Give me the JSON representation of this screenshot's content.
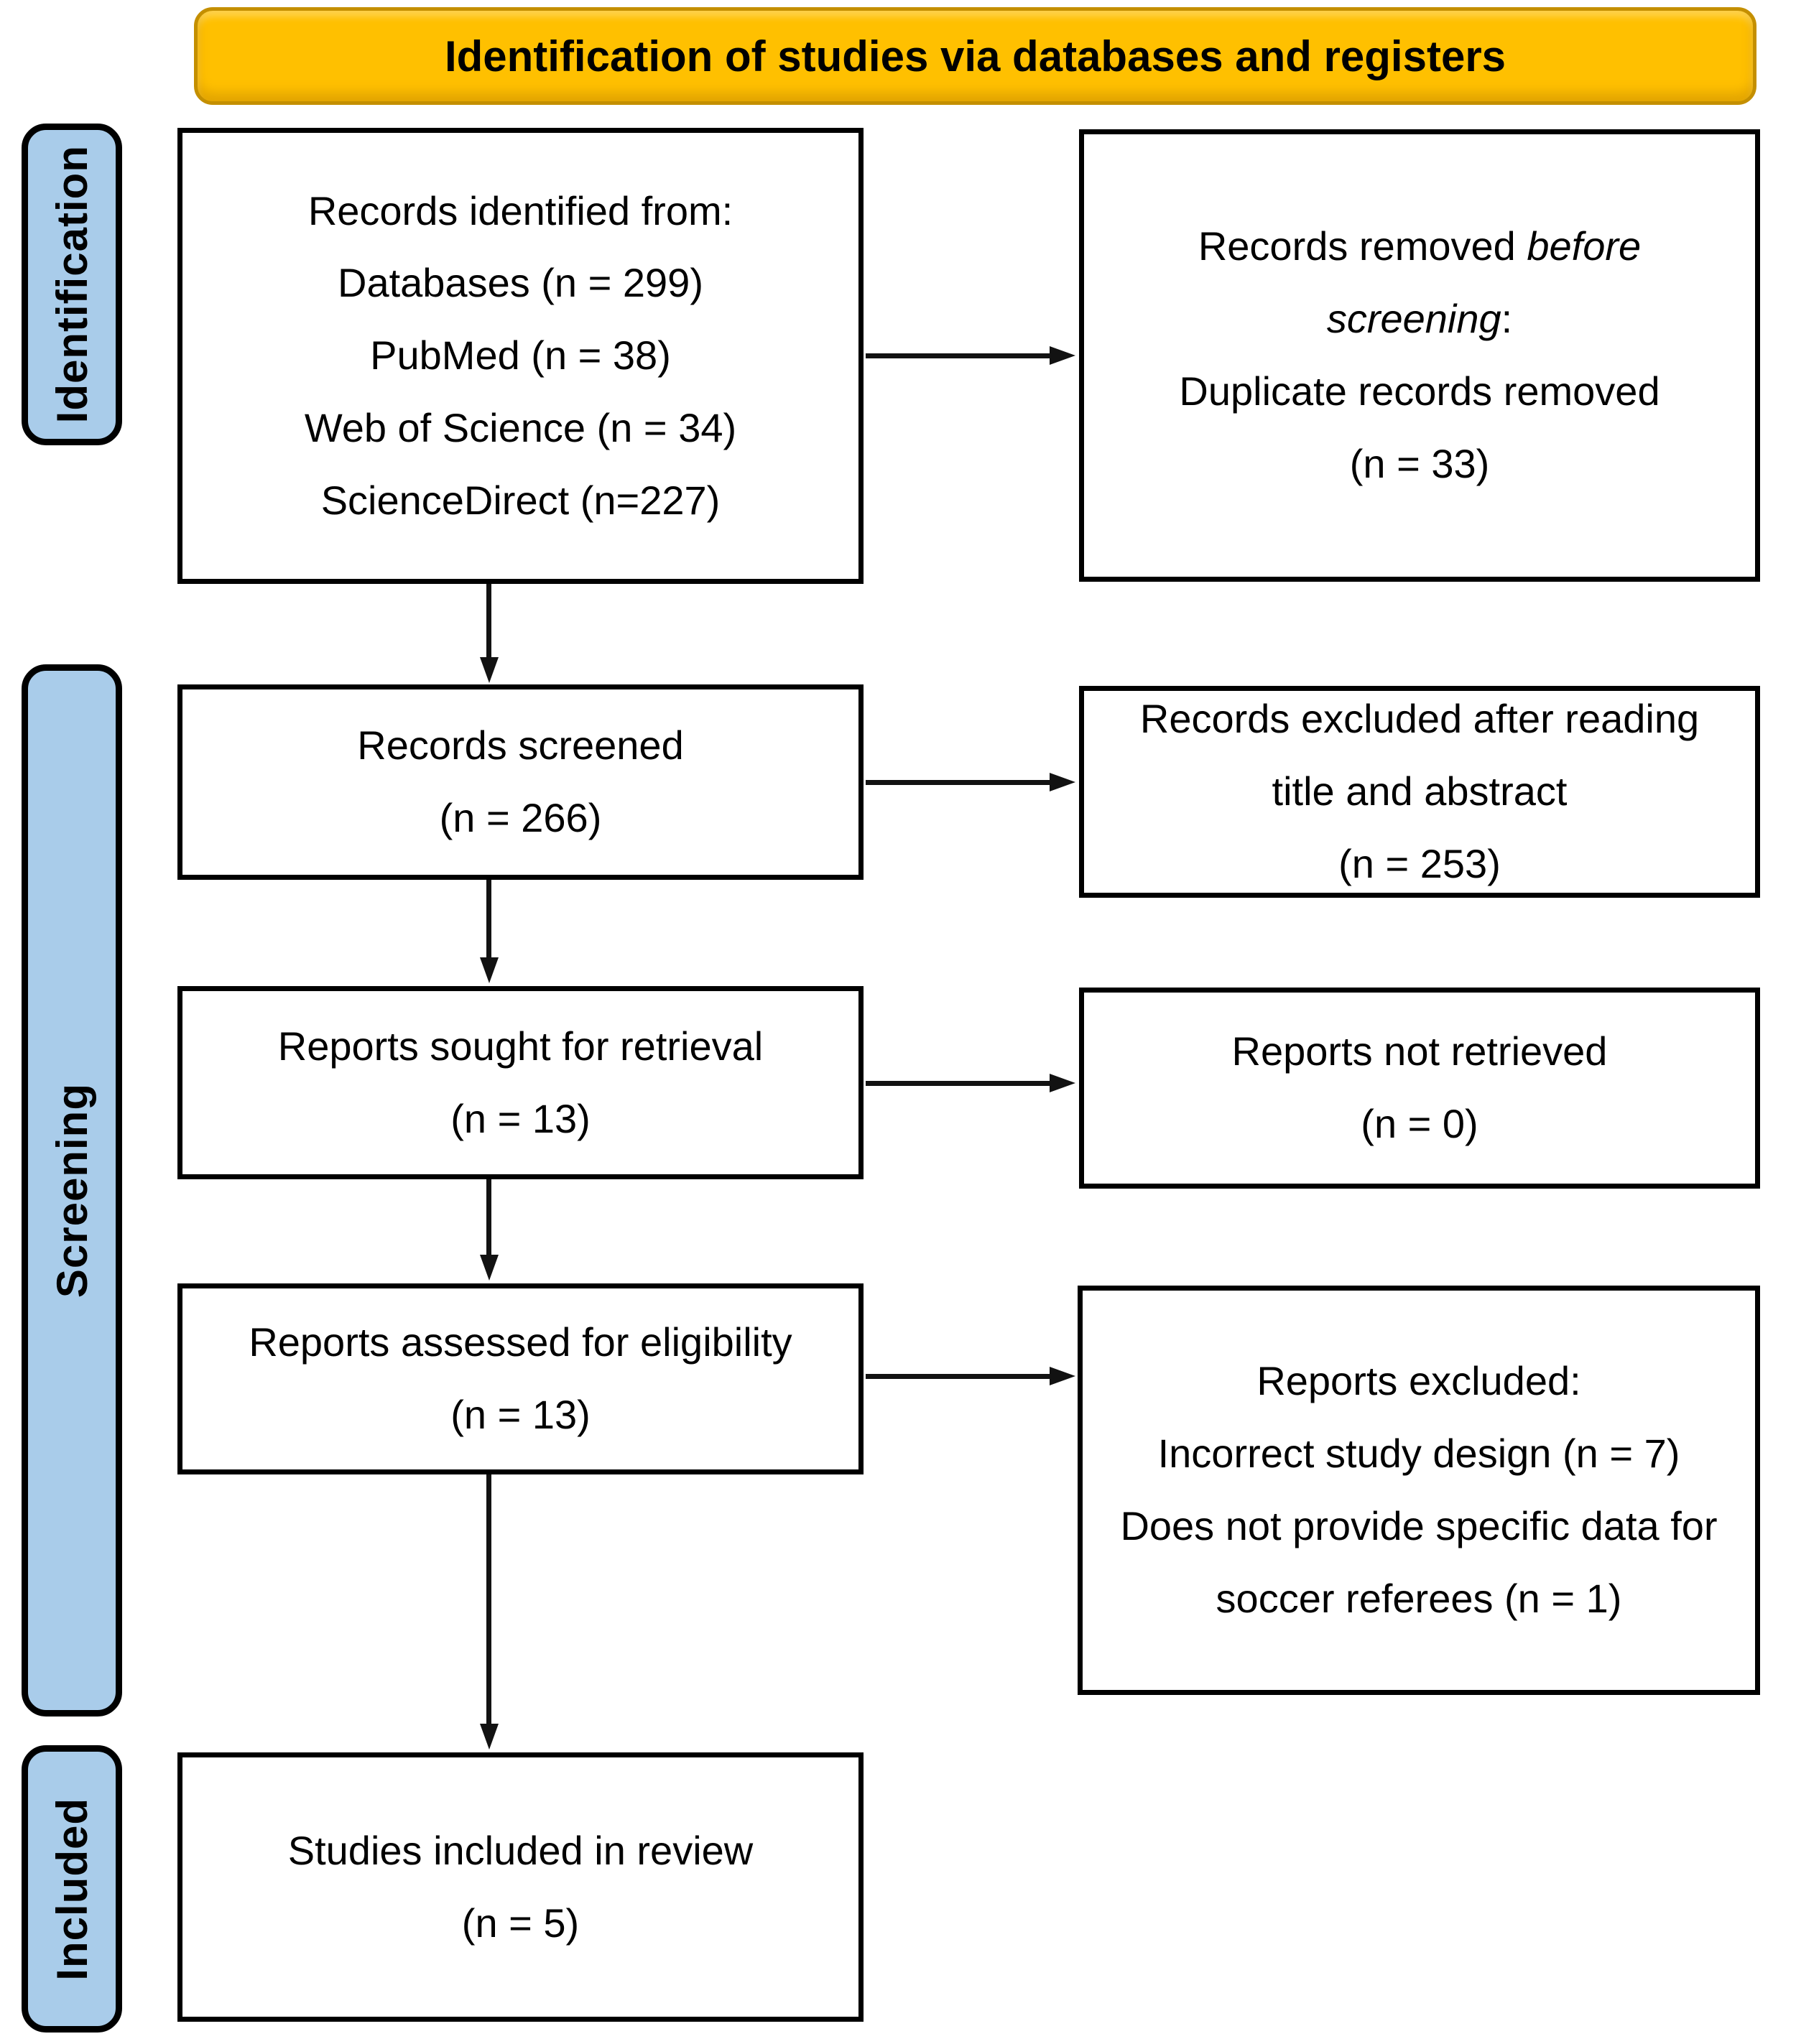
{
  "header": {
    "title": "Identification of studies via databases and registers"
  },
  "colors": {
    "banner_fill": "#FFC000",
    "banner_border": "#C48F00",
    "stage_fill": "#A9CCEA",
    "box_border": "#000000",
    "arrow": "#121212"
  },
  "stages": [
    {
      "label": "Identification"
    },
    {
      "label": "Screening"
    },
    {
      "label": "Included"
    }
  ],
  "boxes": {
    "records_identified": {
      "lines": [
        "Records identified from:",
        "Databases (n = 299)",
        "PubMed (n = 38)",
        "Web of Science (n = 34)",
        "ScienceDirect (n=227)"
      ]
    },
    "records_removed": {
      "segments": [
        "Records removed ",
        "before screening",
        ":"
      ],
      "lines": [
        "Duplicate records removed",
        "(n = 33)"
      ]
    },
    "records_screened": {
      "lines": [
        "Records screened",
        "(n = 266)"
      ]
    },
    "records_excluded": {
      "lines": [
        "Records excluded after reading",
        "title and abstract",
        "(n = 253)"
      ]
    },
    "reports_sought": {
      "lines": [
        "Reports sought for retrieval",
        "(n = 13)"
      ]
    },
    "reports_not_retrieved": {
      "lines": [
        "Reports not retrieved",
        "(n = 0)"
      ]
    },
    "reports_assessed": {
      "lines": [
        "Reports assessed for eligibility",
        "(n = 13)"
      ]
    },
    "reports_excluded": {
      "lines": [
        "Reports excluded:",
        "Incorrect study design (n = 7)",
        "Does not provide specific data for",
        "soccer referees (n = 1)"
      ]
    },
    "studies_included": {
      "lines": [
        "Studies included in review",
        "(n = 5)"
      ]
    }
  }
}
